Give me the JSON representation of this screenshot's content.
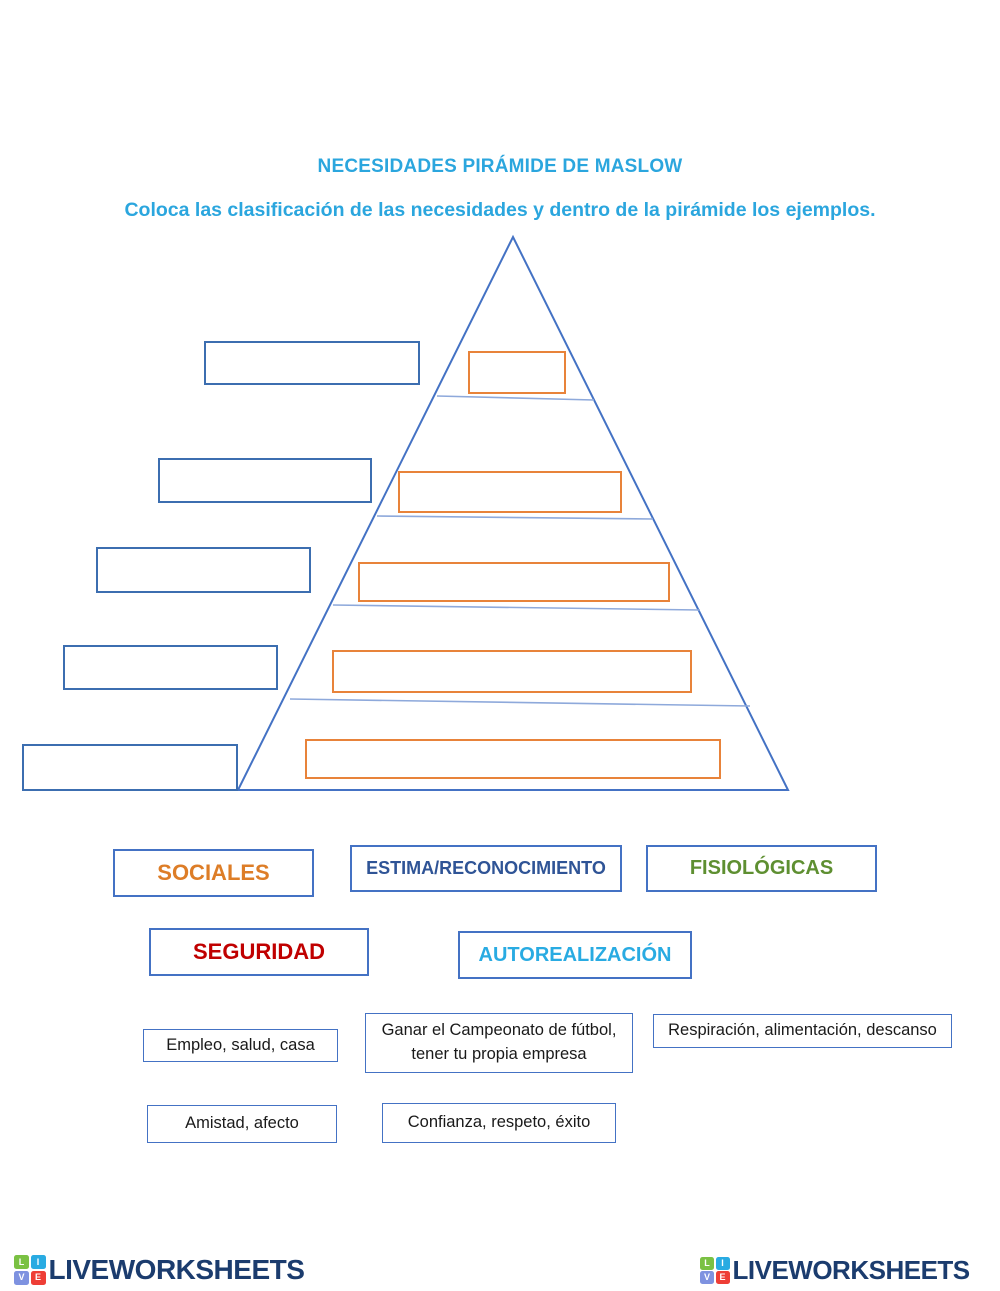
{
  "page": {
    "title": "NECESIDADES PIRÁMIDE DE MASLOW",
    "subtitle": "Coloca las clasificación de las necesidades y dentro de la pirámide los ejemplos.",
    "title_color": "#2BA6DE"
  },
  "pyramid": {
    "levels": 5,
    "outline_color": "#4472C4",
    "divider_color": "#8EA9DB",
    "category_slot_border": "#3C6EB0",
    "example_slot_border": "#E8833A"
  },
  "word_bank": {
    "categories": [
      {
        "label": "SOCIALES",
        "color": "#DD7D27"
      },
      {
        "label": "ESTIMA/RECONOCIMIENTO",
        "color": "#2F5496"
      },
      {
        "label": "FISIOLÓGICAS",
        "color": "#5E8F31"
      },
      {
        "label": "SEGURIDAD",
        "color": "#C00000"
      },
      {
        "label": "AUTOREALIZACIÓN",
        "color": "#29ABE2"
      }
    ],
    "examples": [
      {
        "label": "Empleo, salud, casa"
      },
      {
        "label": "Ganar el Campeonato de fútbol, tener tu propia empresa"
      },
      {
        "label": "Respiración, alimentación, descanso"
      },
      {
        "label": "Amistad, afecto"
      },
      {
        "label": "Confianza, respeto, éxito"
      }
    ]
  },
  "footer": {
    "brand": "LIVEWORKSHEETS",
    "logo_tiles": [
      {
        "letter": "L",
        "color": "#7AC143"
      },
      {
        "letter": "I",
        "color": "#29ABE2"
      },
      {
        "letter": "V",
        "color": "#7E92E0"
      },
      {
        "letter": "E",
        "color": "#EE3E36"
      }
    ]
  }
}
